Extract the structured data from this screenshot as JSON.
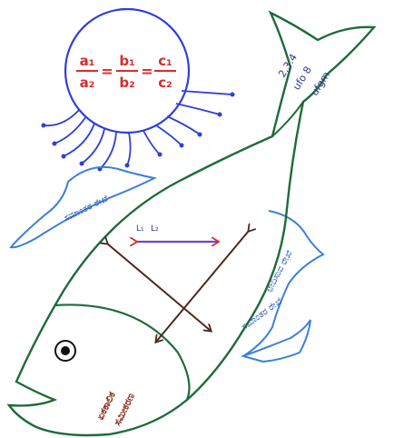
{
  "diagram": {
    "formula": {
      "a1": "a₁",
      "a2": "a₂",
      "b1": "b₁",
      "b2": "b₂",
      "c1": "c₁",
      "c2": "c₂",
      "eq": "="
    },
    "arrow_labels": {
      "l1": "L₁",
      "l2": "L₂"
    },
    "tail_text": [
      "2.3.4",
      "ufo 8",
      "ufgm"
    ],
    "dorsal_fin_text": "ಸಮಾಂತರ ರೇಖೆ",
    "pelvic_fin_text": "ಛೇದಿಸುವ ರೇಖೆ",
    "ventral_fin_text": "ಸಮಾಂತರ ರೇಖೆ",
    "mouth_text": [
      "ಏಕಕಾಲಿಕ",
      "ಸಮೀಕರಣ"
    ],
    "colors": {
      "outline": "#1e6b3a",
      "fin": "#3b7fd9",
      "formula": "#d62c2c",
      "circle": "#2f3fd6",
      "arrow_dark": "#4a2a20",
      "arrow_purple": "#7a3fd6",
      "arrow_red": "#d62c2c",
      "mouth_text": "#8a2a1a",
      "tail_text": "#2a3a8a"
    }
  }
}
